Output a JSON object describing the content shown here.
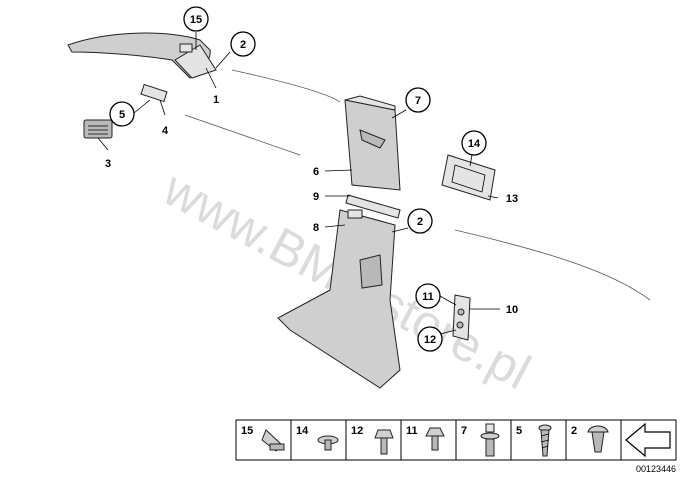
{
  "diagram": {
    "watermark": "www.BMWstore.pl",
    "doc_number": "00123446",
    "callouts": [
      {
        "id": "c15-top",
        "text": "15",
        "circled": true
      },
      {
        "id": "c2-top",
        "text": "2",
        "circled": true
      },
      {
        "id": "c1",
        "text": "1",
        "circled": false
      },
      {
        "id": "c5",
        "text": "5",
        "circled": true
      },
      {
        "id": "c4",
        "text": "4",
        "circled": false
      },
      {
        "id": "c3",
        "text": "3",
        "circled": false
      },
      {
        "id": "c7",
        "text": "7",
        "circled": true
      },
      {
        "id": "c6",
        "text": "6",
        "circled": false
      },
      {
        "id": "c9",
        "text": "9",
        "circled": false
      },
      {
        "id": "c8",
        "text": "8",
        "circled": false
      },
      {
        "id": "c2-mid",
        "text": "2",
        "circled": true
      },
      {
        "id": "c14",
        "text": "14",
        "circled": true
      },
      {
        "id": "c13",
        "text": "13",
        "circled": false
      },
      {
        "id": "c11",
        "text": "11",
        "circled": true
      },
      {
        "id": "c10",
        "text": "10",
        "circled": false
      },
      {
        "id": "c12",
        "text": "12",
        "circled": true
      }
    ],
    "legend_cells": [
      {
        "label": "15",
        "icon": "hook-clip-icon"
      },
      {
        "label": "14",
        "icon": "push-rivet-icon"
      },
      {
        "label": "12",
        "icon": "screw-with-washer-icon"
      },
      {
        "label": "11",
        "icon": "hex-screw-icon"
      },
      {
        "label": "7",
        "icon": "expanding-rivet-icon"
      },
      {
        "label": "5",
        "icon": "tapping-screw-icon"
      },
      {
        "label": "2",
        "icon": "clip-fastener-icon"
      },
      {
        "label": "",
        "icon": "arrow-icon"
      }
    ]
  }
}
